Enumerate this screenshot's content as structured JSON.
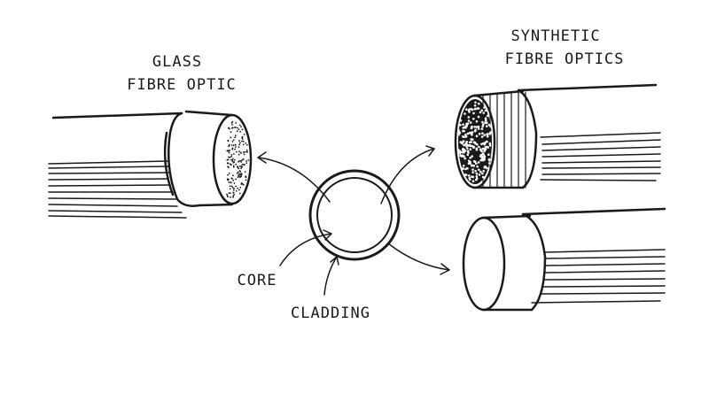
{
  "labels": {
    "glass_line1": "GLASS",
    "glass_line2": "FIBRE OPTIC",
    "synthetic_line1": "SYNTHETIC",
    "synthetic_line2": "FIBRE OPTICS",
    "core": "CORE",
    "cladding": "CLADDING"
  },
  "colors": {
    "ink": "#1a1a1a",
    "background": "#ffffff"
  }
}
